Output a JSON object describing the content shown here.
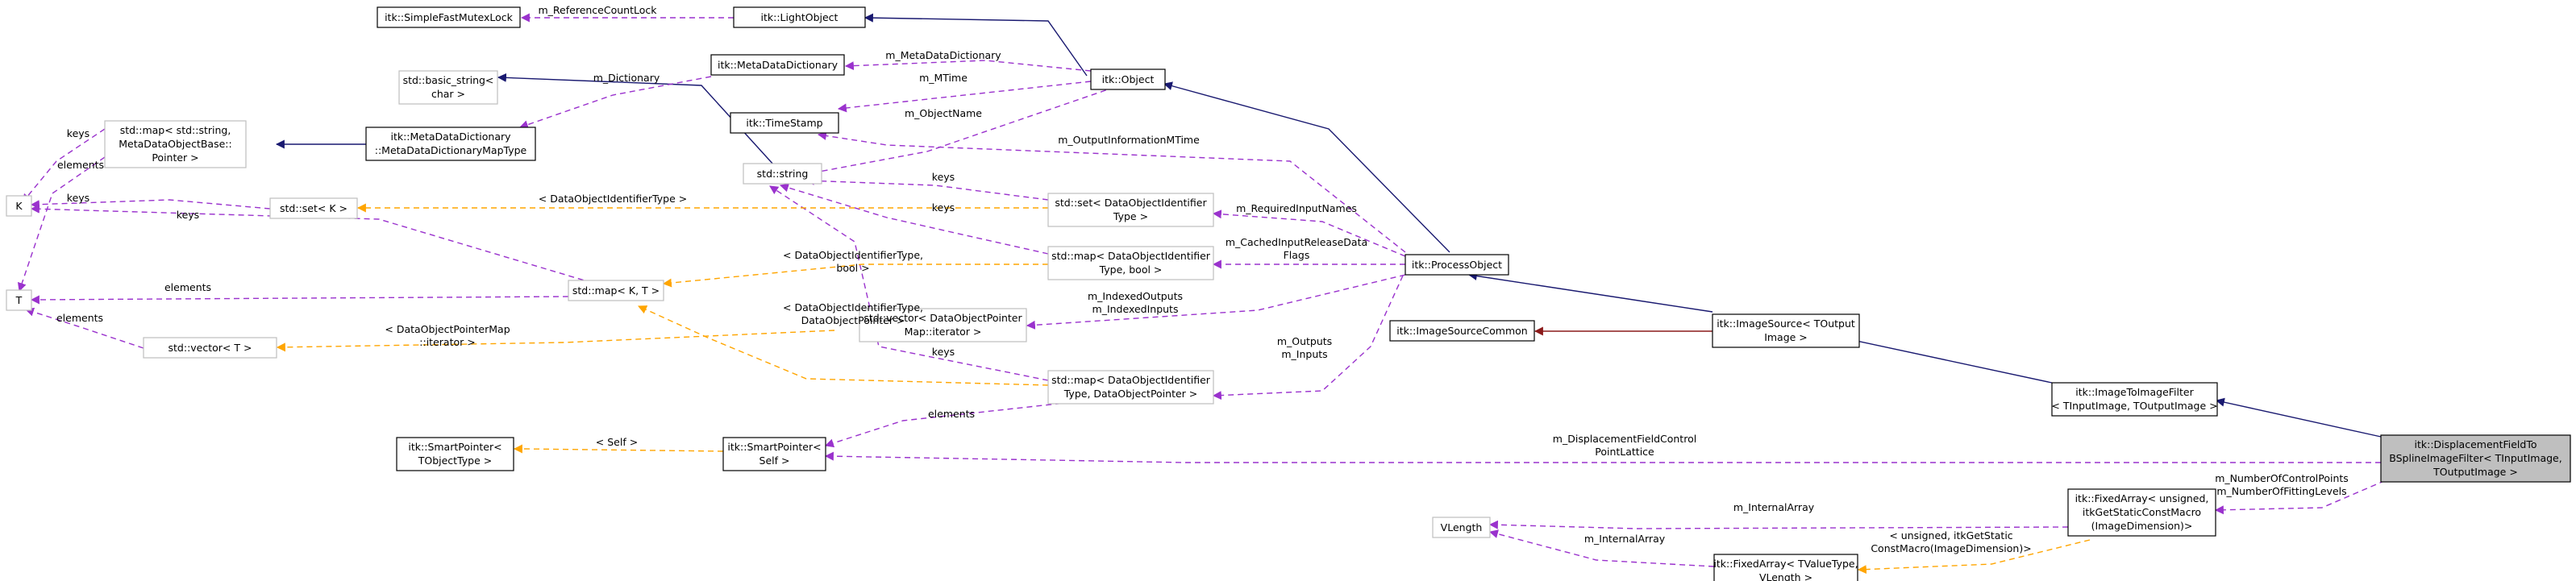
{
  "colors": {
    "inheritance": "#191970",
    "protected_inheritance": "#8b1a1a",
    "member": "#9a32cd",
    "template": "#ffa500",
    "focus_fill": "#bfbfbf",
    "gray_border": "#bfbfbf"
  },
  "nodes": {
    "simple_fast_mutex_lock": [
      "itk::SimpleFastMutexLock"
    ],
    "light_object": [
      "itk::LightObject"
    ],
    "basic_string": [
      "std::basic_string<",
      "char >"
    ],
    "meta_data_dictionary": [
      "itk::MetaDataDictionary"
    ],
    "object": [
      "itk::Object"
    ],
    "time_stamp": [
      "itk::TimeStamp"
    ],
    "map_meta": [
      "std::map< std::string,",
      "MetaDataObjectBase::",
      "Pointer >"
    ],
    "dictionary_map_type": [
      "itk::MetaDataDictionary",
      "::MetaDataDictionaryMapType"
    ],
    "k": [
      "K"
    ],
    "std_string": [
      "std::string"
    ],
    "set_k": [
      "std::set< K >"
    ],
    "set_doid": [
      "std::set< DataObjectIdentifier",
      "Type >"
    ],
    "t": [
      "T"
    ],
    "map_kt": [
      "std::map< K, T >"
    ],
    "map_doid_bool": [
      "std::map< DataObjectIdentifier",
      "Type, bool >"
    ],
    "process_object": [
      "itk::ProcessObject"
    ],
    "vector_t": [
      "std::vector< T >"
    ],
    "vector_dop": [
      "std::vector< DataObjectPointer",
      "Map::iterator >"
    ],
    "image_source_common": [
      "itk::ImageSourceCommon"
    ],
    "image_source": [
      "itk::ImageSource< TOutput",
      "Image >"
    ],
    "map_doid_dop": [
      "std::map< DataObjectIdentifier",
      "Type, DataObjectPointer >"
    ],
    "image_to_image_filter": [
      "itk::ImageToImageFilter",
      "< TInputImage, TOutputImage >"
    ],
    "smart_pointer_tobj": [
      "itk::SmartPointer<",
      "TObjectType >"
    ],
    "smart_pointer_self": [
      "itk::SmartPointer<",
      "Self >"
    ],
    "displacement_filter": [
      "itk::DisplacementFieldTo",
      "BSplineImageFilter< TInputImage,",
      "TOutputImage >"
    ],
    "fixed_array_unsigned": [
      "itk::FixedArray< unsigned,",
      "itkGetStaticConstMacro",
      "(ImageDimension)>"
    ],
    "vlength": [
      "VLength"
    ],
    "fixed_array_tvalue": [
      "itk::FixedArray< TValueType,",
      "VLength >"
    ]
  },
  "edge_labels": {
    "reference_count_lock": [
      "m_ReferenceCountLock"
    ],
    "meta_data_dictionary": [
      "m_MetaDataDictionary"
    ],
    "dictionary": [
      "m_Dictionary"
    ],
    "mtime": [
      "m_MTime"
    ],
    "object_name": [
      "m_ObjectName"
    ],
    "keys_map_meta": [
      "keys"
    ],
    "elements_map_meta": [
      "elements"
    ],
    "keys_set_k": [
      "keys"
    ],
    "keys_map_kt": [
      "keys"
    ],
    "elements_map_kt": [
      "elements"
    ],
    "elements_vector_t": [
      "elements"
    ],
    "output_information_mtime": [
      "m_OutputInformationMTime"
    ],
    "keys_set_doid": [
      "keys"
    ],
    "keys_map_doid_bool": [
      "keys"
    ],
    "keys_map_doid_dop": [
      "keys"
    ],
    "doid_type_set": [
      "< DataObjectIdentifierType >"
    ],
    "required_input_names": [
      "m_RequiredInputNames"
    ],
    "doid_bool": [
      "< DataObjectIdentifierType,",
      "bool >"
    ],
    "doid_dop": [
      "< DataObjectIdentifierType,",
      "DataObjectPointer >"
    ],
    "cached_input_release": [
      "m_CachedInputReleaseData",
      "Flags"
    ],
    "indexed_outputs": [
      "m_IndexedOutputs",
      "m_IndexedInputs"
    ],
    "dop_map_iterator": [
      "< DataObjectPointerMap",
      "::iterator >"
    ],
    "outputs_inputs": [
      "m_Outputs",
      "m_Inputs"
    ],
    "elements_smart": [
      "elements"
    ],
    "self": [
      "< Self >"
    ],
    "displacement_field_control": [
      "m_DisplacementFieldControl",
      "PointLattice"
    ],
    "number_of_control_points": [
      "m_NumberOfControlPoints",
      "m_NumberOfFittingLevels"
    ],
    "internal_array_1": [
      "m_InternalArray"
    ],
    "internal_array_2": [
      "m_InternalArray"
    ],
    "unsigned_static": [
      "< unsigned, itkGetStatic",
      "ConstMacro(ImageDimension)>"
    ]
  }
}
